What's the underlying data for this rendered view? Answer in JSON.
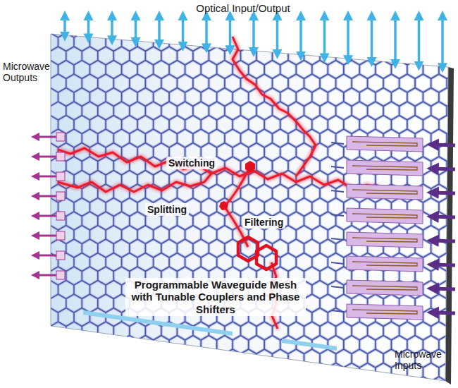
{
  "diagram": {
    "labels": [
      "Optical Input/Output",
      "Microwave Outputs",
      "Switching",
      "Splitting",
      "Filtering",
      "Programmable Waveguide Mesh with Tunable Couplers and Phase Shifters",
      "Microwave Inputs"
    ]
  }
}
